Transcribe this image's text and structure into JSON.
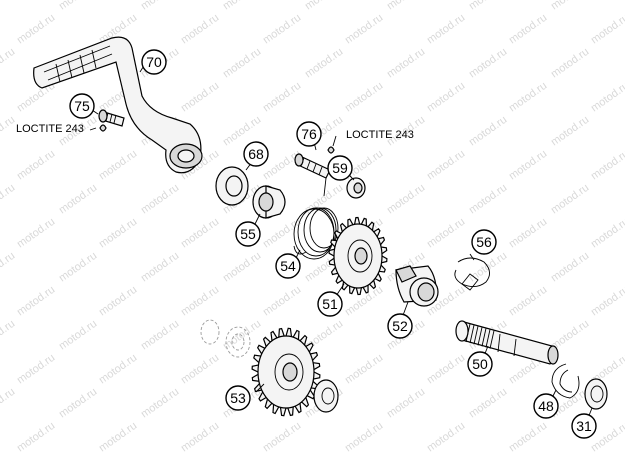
{
  "watermark": "motod.ru",
  "notes": {
    "loctite_left": "LOCTITE 243",
    "loctite_right": "LOCTITE 243"
  },
  "callouts": {
    "kick_lever": "70",
    "lever_bolt": "75",
    "washer_68": "68",
    "sleeve_55": "55",
    "spring_54": "54",
    "bolt_76": "76",
    "bushing_59": "59",
    "gear_51": "51",
    "ratchet_52": "52",
    "circlip_56": "56",
    "kick_shaft": "50",
    "gear_53": "53",
    "circlip_48": "48",
    "washer_31": "31"
  }
}
